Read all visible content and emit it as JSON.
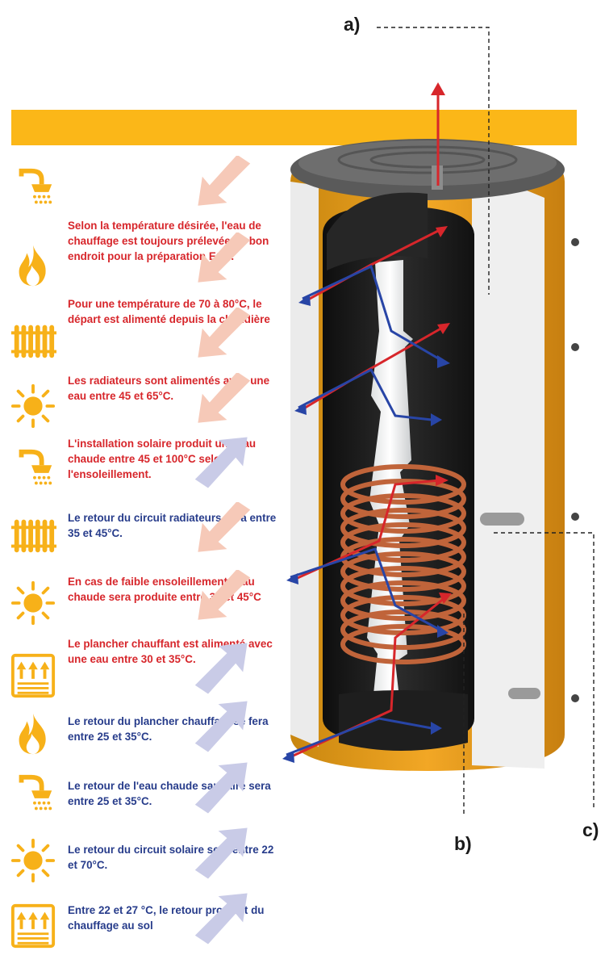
{
  "labels": {
    "a": "a)",
    "b": "b)",
    "c": "c)"
  },
  "colors": {
    "orange": "#fbb718",
    "red": "#d7262b",
    "blue": "#273c8b",
    "arrow_red": "#f6c9b8",
    "arrow_blue": "#c9cbe7"
  },
  "items": [
    {
      "icon": "shower-icon",
      "arrow": "down-left",
      "tone": "red",
      "text": "Selon la température désirée, l'eau de chauffage est toujours prélevée au bon endroit pour la préparation ECS."
    },
    {
      "icon": "flame-icon",
      "arrow": "down-left",
      "tone": "red",
      "text": "Pour une température de 70 à 80°C, le départ est alimenté depuis la chaudière"
    },
    {
      "icon": "radiator-icon",
      "arrow": "down-left",
      "tone": "red",
      "text": "Les radiateurs sont alimentés avec une eau entre 45 et 65°C."
    },
    {
      "icon": "sun-icon",
      "arrow": "down-left",
      "tone": "red",
      "text": "L'installation solaire produit une eau chaude entre 45 et 100°C selon l'ensoleillement."
    },
    {
      "icon": "shower-icon",
      "arrow": "up-right",
      "tone": "blue",
      "text": "Le retour du circuit radiateurs sera entre 35 et 45°C."
    },
    {
      "icon": "radiator-icon",
      "arrow": "down-left",
      "tone": "red",
      "text": "En cas de faible ensoleillement l'eau chaude sera produite entre 30 et 45°C"
    },
    {
      "icon": "sun-icon",
      "arrow": "down-left",
      "tone": "red",
      "text": "Le plancher chauffant est alimenté avec une eau entre 30 et 35°C."
    },
    {
      "icon": "floor-heating-icon",
      "arrow": "up-right",
      "tone": "blue",
      "text": "Le retour du plancher chauffant se fera entre 25 et 35°C."
    },
    {
      "icon": "flame-icon",
      "arrow": "up-right",
      "tone": "blue",
      "text": "Le retour de l'eau chaude sanitaire sera entre 25 et 35°C."
    },
    {
      "icon": "shower-icon",
      "arrow": "up-right",
      "tone": "blue",
      "text": " Le retour du circuit solaire sera entre 22 et 70°C."
    },
    {
      "icon": "sun-icon",
      "arrow": "up-right",
      "tone": "blue",
      "text": "Entre 22 et 27 °C, le retour provient du chauffage au sol"
    },
    {
      "icon": "floor-heating-icon",
      "arrow": "up-right",
      "tone": "blue",
      "text": ""
    }
  ]
}
